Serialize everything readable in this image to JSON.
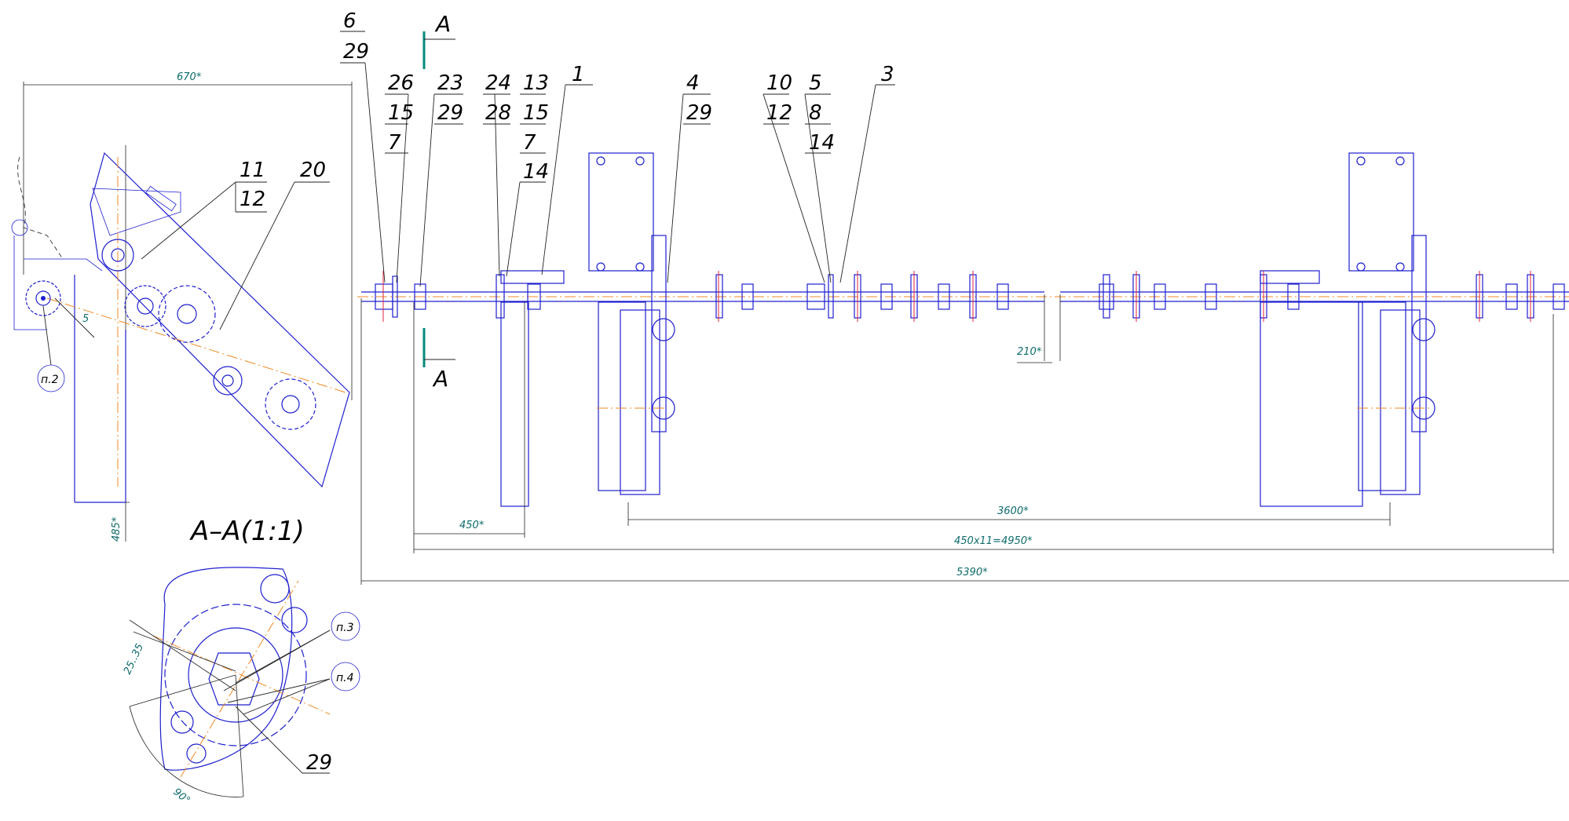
{
  "section_marker": {
    "letter_top": "A",
    "letter_bottom": "A"
  },
  "section_title": "A–A(1:1)",
  "dimensions": {
    "d670": "670*",
    "d485": "485*",
    "d450": "450*",
    "d210": "210*",
    "d3600": "3600*",
    "d4950": "450x11=4950*",
    "d5390": "5390*",
    "d2535": "25..35",
    "d90": "90°",
    "d5": "5"
  },
  "callouts": {
    "c6": [
      "6",
      "29"
    ],
    "c26": [
      "26",
      "15",
      "7"
    ],
    "c23": [
      "23",
      "29"
    ],
    "c24": [
      "24",
      "28"
    ],
    "c13": [
      "13",
      "15",
      "7",
      "14"
    ],
    "c1": [
      "1"
    ],
    "c4": [
      "4",
      "29"
    ],
    "c10": [
      "10",
      "12"
    ],
    "c5": [
      "5",
      "8",
      "14"
    ],
    "c3": [
      "3"
    ],
    "c11": [
      "11",
      "12"
    ],
    "c20": [
      "20"
    ],
    "c29s": [
      "29"
    ]
  },
  "notes": {
    "n2": "п.2",
    "n3": "п.3",
    "n4": "п.4"
  },
  "colors": {
    "part": "#1f1fcf",
    "axis": "#f08a24",
    "dim": "#0f6b6b",
    "marker": "#0a8a7a"
  }
}
